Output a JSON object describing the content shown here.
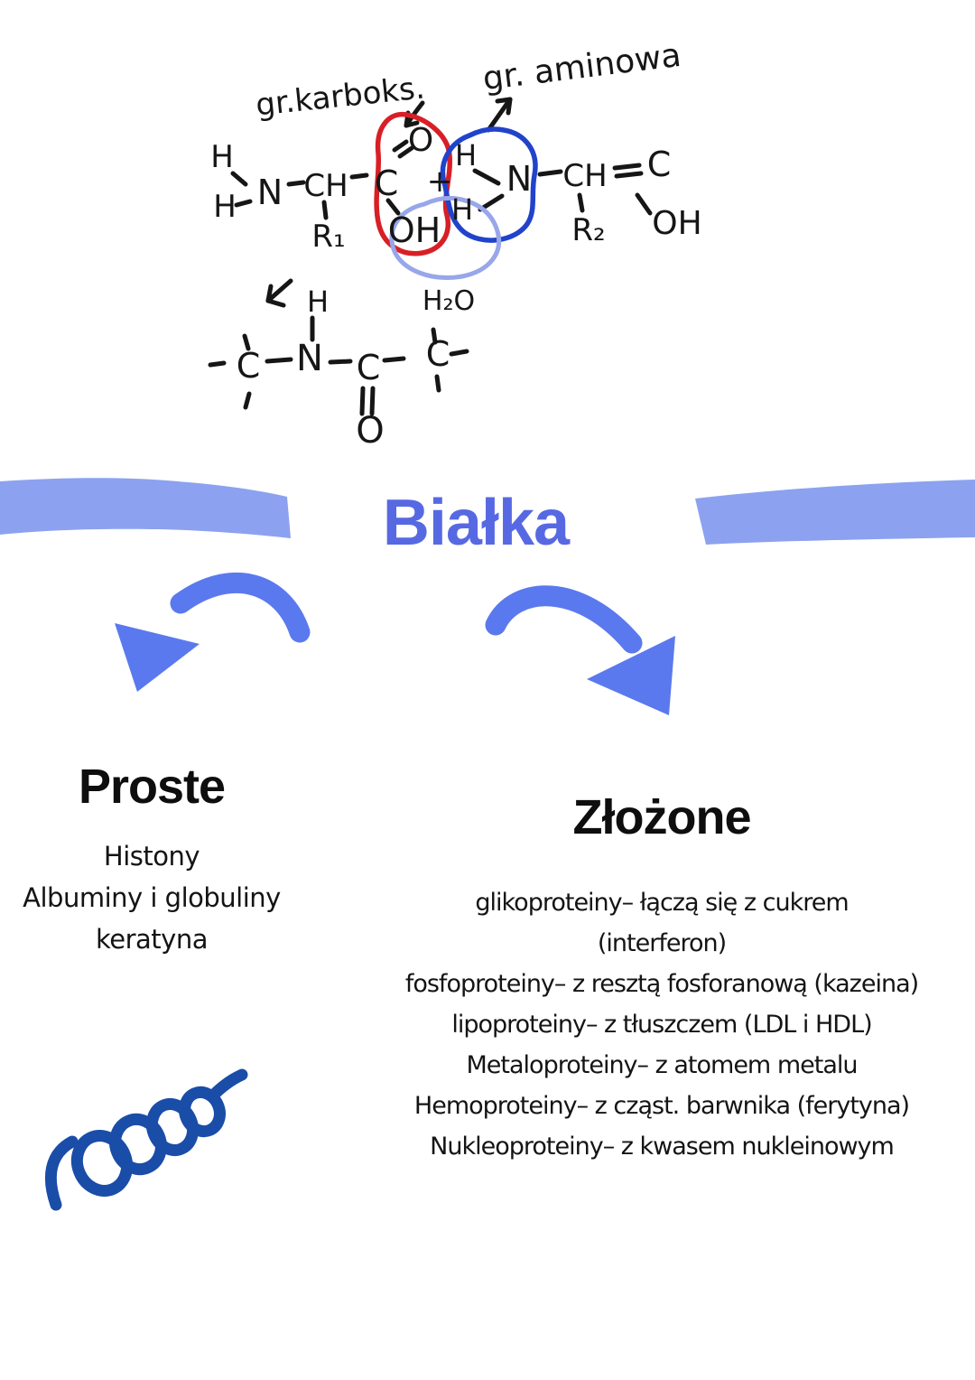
{
  "sketch": {
    "labels": {
      "carboxyl_group": "gr.karboks.",
      "amino_group": "gr. aminowa",
      "water": "H₂O"
    },
    "atoms": {
      "h": "H",
      "n": "N",
      "c": "C",
      "ch": "CH",
      "o": "O",
      "oh": "OH",
      "r1": "R₁",
      "r2": "R₂",
      "plus": "+"
    },
    "colors": {
      "ink": "#161616",
      "carboxyl_ring": "#d81f26",
      "amino_ring": "#2143cb",
      "water_ring": "#98a6ea",
      "water_text": "#8d9eec"
    }
  },
  "title": {
    "text": "Białka",
    "color": "#5769e2"
  },
  "decor": {
    "ribbon_color": "#8ca2f0",
    "arrow_color": "#5b79ee",
    "helix_color": "#1a4da8"
  },
  "left_branch": {
    "heading": "Proste",
    "items": [
      "Histony",
      "Albuminy i globuliny",
      "keratyna"
    ]
  },
  "right_branch": {
    "heading": "Złożone",
    "items": [
      "glikoproteiny– łączą się z cukrem",
      "(interferon)",
      "fosfoproteiny– z resztą fosforanową (kazeina)",
      "lipoproteiny– z tłuszczem (LDL i HDL)",
      "Metaloproteiny– z atomem metalu",
      "Hemoproteiny– z cząst. barwnika (ferytyna)",
      "Nukleoproteiny– z kwasem nukleinowym"
    ]
  }
}
